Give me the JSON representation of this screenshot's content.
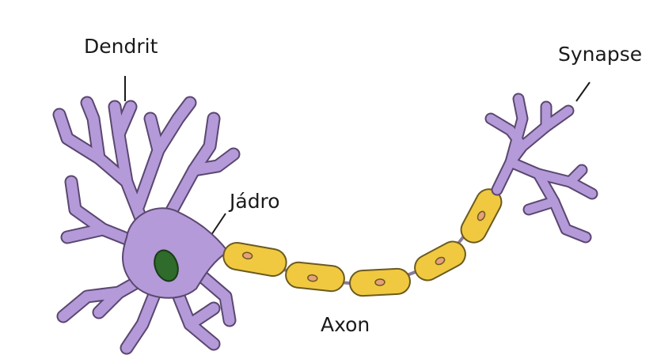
{
  "labels": {
    "dendrit": "Dendrit",
    "synapse": "Synapse",
    "jadro": "Jádro",
    "axon": "Axon"
  },
  "colors": {
    "background": "#ffffff",
    "neuron_body": "#b49ad8",
    "neuron_outline": "#5a4770",
    "nucleus": "#2f6b2a",
    "myelin": "#f0c940",
    "myelin_outline": "#6b5a20",
    "myelin_nucleus": "#e8a07a",
    "text": "#1a1a1a"
  },
  "icons": {
    "neuron": "neuron-illustration"
  }
}
